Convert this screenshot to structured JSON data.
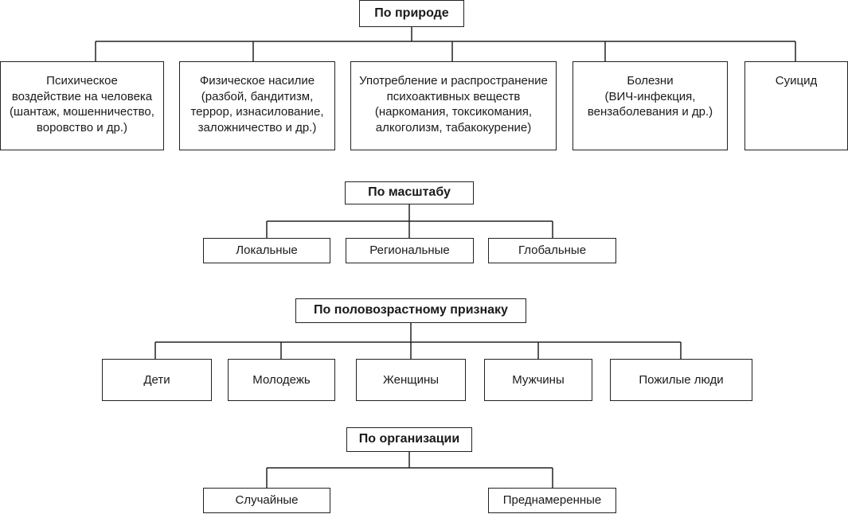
{
  "groups": {
    "nature": {
      "header": "По природе",
      "items": [
        "Психическое\nвоздействие на человека\n(шантаж, мошенничество,\nворовство и др.)",
        "Физическое насилие\n(разбой, бандитизм,\nтеррор, изнасилование,\nзаложничество и др.)",
        "Употребление и распространение\nпсихоактивных веществ\n(наркомания, токсикомания,\nалкоголизм, табакокурение)",
        "Болезни\n(ВИЧ-инфекция,\nвензаболевания и др.)",
        "Суицид"
      ]
    },
    "scale": {
      "header": "По масштабу",
      "items": [
        "Локальные",
        "Региональные",
        "Глобальные"
      ]
    },
    "age_sex": {
      "header": "По половозрастному признаку",
      "items": [
        "Дети",
        "Молодежь",
        "Женщины",
        "Мужчины",
        "Пожилые люди"
      ]
    },
    "organization": {
      "header": "По организации",
      "items": [
        "Случайные",
        "Преднамеренные"
      ]
    }
  }
}
